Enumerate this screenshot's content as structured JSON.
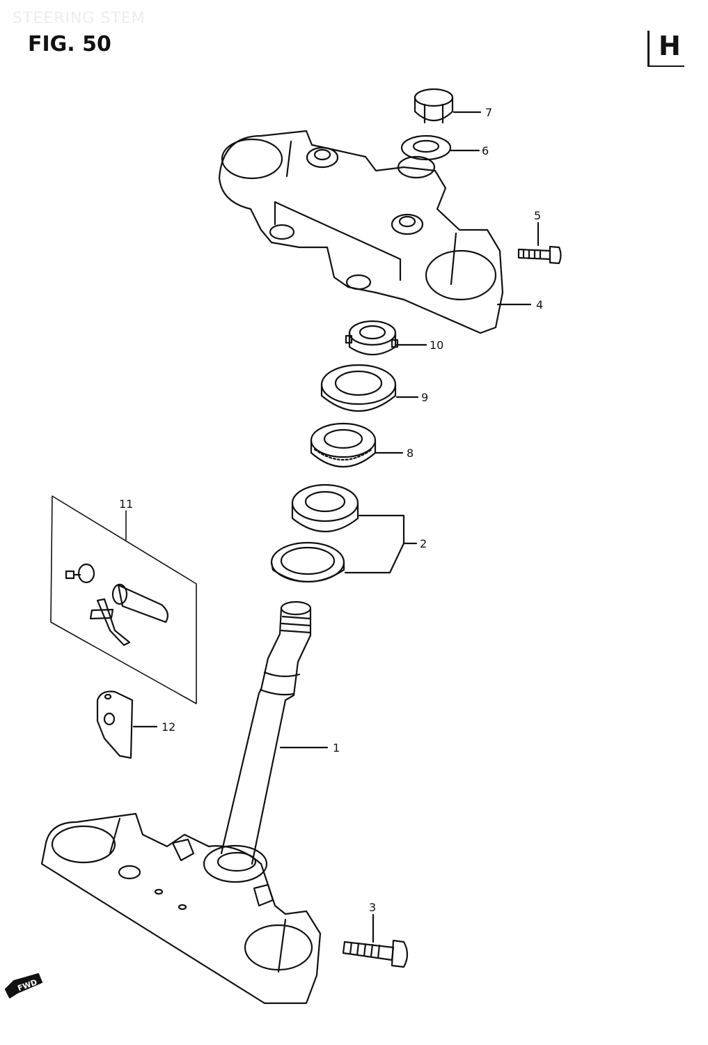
{
  "header": {
    "watermark": "STEERING STEM",
    "figure_label": "FIG. 50",
    "section_letter": "H"
  },
  "callouts": {
    "p1": "1",
    "p2": "2",
    "p3": "3",
    "p4": "4",
    "p5": "5",
    "p6": "6",
    "p7": "7",
    "p8": "8",
    "p9": "9",
    "p10": "10",
    "p11": "11",
    "p12": "12"
  },
  "direction_marker": "FWD"
}
